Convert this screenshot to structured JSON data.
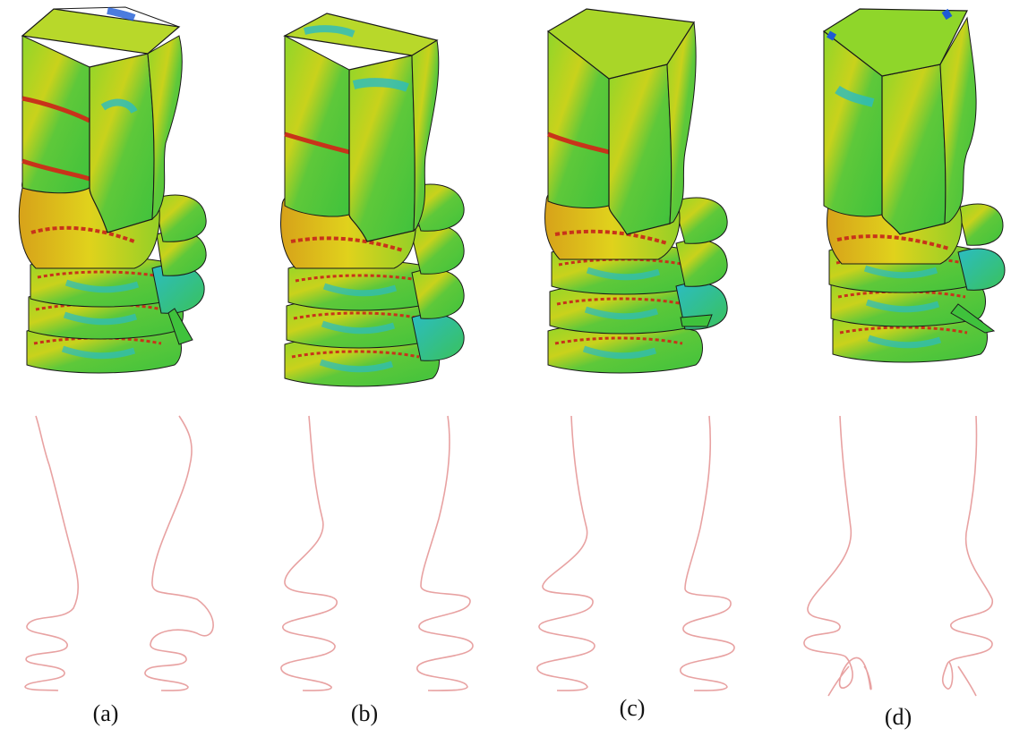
{
  "figure": {
    "panels": [
      {
        "label": "(a)"
      },
      {
        "label": "(b)"
      },
      {
        "label": "(c)"
      },
      {
        "label": "(d)"
      }
    ],
    "colors": {
      "green": "#38c13a",
      "yellow_green": "#9ad21f",
      "yellow": "#d9d21a",
      "orange": "#e1871e",
      "red": "#c8331a",
      "cyan": "#2bbcc2",
      "blue": "#1e5bd6",
      "profile_line": "#e8a2a2"
    }
  }
}
